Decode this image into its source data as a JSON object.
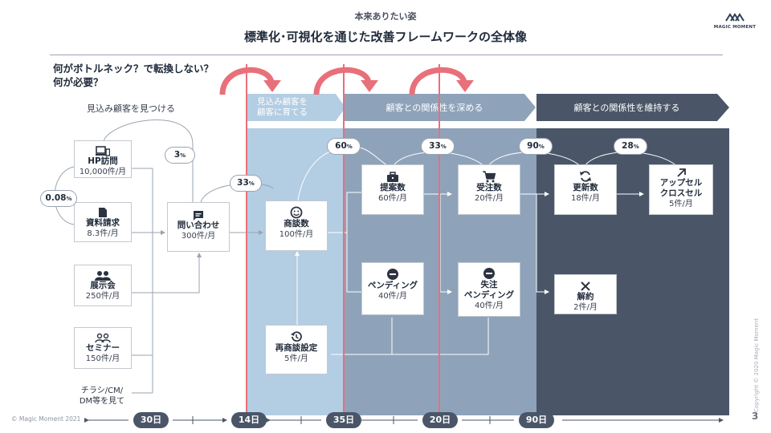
{
  "header": {
    "subtitle": "本来ありたい姿",
    "title": "標準化･可視化を通じた改善フレームワークの全体像",
    "logo_text": "MAGIC MOMENT"
  },
  "question": {
    "line1": "何がボトルネック？で転換しない？",
    "line2": "何が必要？"
  },
  "find_label": "見込み顧客を見つける",
  "stages": {
    "nurture": "見込み顧客を\n顧客に育てる",
    "deepen": "顧客との関係性を深める",
    "maintain": "顧客との関係性を維持する"
  },
  "nodes": {
    "hp": {
      "name": "HP訪問",
      "value": "10,000件/月",
      "icon": "devices-icon"
    },
    "doc": {
      "name": "資料請求",
      "value": "8.3件/月",
      "icon": "document-icon"
    },
    "expo": {
      "name": "展示会",
      "value": "250件/月",
      "icon": "people-icon"
    },
    "seminar": {
      "name": "セミナー",
      "value": "150件/月",
      "icon": "people-outline-icon"
    },
    "inquiry": {
      "name": "問い合わせ",
      "value": "300件/月",
      "icon": "chat-icon"
    },
    "deal": {
      "name": "商談数",
      "value": "100件/月",
      "icon": "smile-icon"
    },
    "rereset": {
      "name": "再商談設定",
      "value": "5件/月",
      "icon": "history-icon"
    },
    "proposal": {
      "name": "提案数",
      "value": "60件/月",
      "icon": "briefcase-icon"
    },
    "pending1": {
      "name": "ペンディング",
      "value": "40件/月",
      "icon": "minus-circle-icon"
    },
    "order": {
      "name": "受注数",
      "value": "20件/月",
      "icon": "cart-icon"
    },
    "lost": {
      "name": "失注\nペンディング",
      "value": "40件/月",
      "icon": "minus-circle-icon"
    },
    "renew": {
      "name": "更新数",
      "value": "18件/月",
      "icon": "refresh-icon"
    },
    "cancel": {
      "name": "解約",
      "value": "2件/月",
      "icon": "close-icon"
    },
    "upsell": {
      "name": "アップセル\nクロスセル",
      "value": "5件/月",
      "icon": "arrow-up-right-icon"
    }
  },
  "rates": {
    "hp_doc": "0.08",
    "hp_inquiry": "3",
    "inquiry_deal": "33",
    "deal_proposal": "60",
    "proposal_order": "33",
    "order_renew": "90",
    "renew_upsell": "28",
    "unit": "%"
  },
  "other_source": "チラシ/CM/\nDM等を見て",
  "timeline": [
    "30日",
    "14日",
    "35日",
    "20日",
    "90日"
  ],
  "footer": {
    "copyright": "© Magic Moment 2021",
    "vertical_copyright": "Copyright © 2020 Magic Moment",
    "page": "3"
  },
  "colors": {
    "nurture_bg": "#b3cde3",
    "deepen_bg": "#8ea3ba",
    "maintain_bg": "#4a5668",
    "accent_red": "#e8707a"
  }
}
